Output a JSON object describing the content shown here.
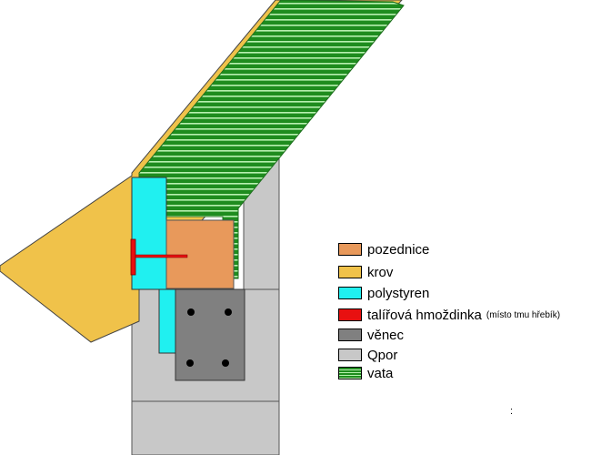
{
  "colors": {
    "pozednice": "#E8995B",
    "krov": "#F0C24A",
    "polystyren": "#20F0F0",
    "hmozdinka": "#E81010",
    "venec": "#808080",
    "qpor": "#C8C8C8",
    "vata": "#1E8C1E",
    "vata_stripe": "#B8F0B0"
  },
  "legend": [
    {
      "key": "pozednice",
      "label": "pozednice",
      "note": ""
    },
    {
      "key": "krov",
      "label": "krov",
      "note": ""
    },
    {
      "key": "polystyren",
      "label": "polystyren",
      "note": ""
    },
    {
      "key": "hmozdinka",
      "label": "talířová hmoždinka",
      "note": "(místo tmu hřebík)"
    },
    {
      "key": "venec",
      "label": "věnec",
      "note": ""
    },
    {
      "key": "qpor",
      "label": "Qpor",
      "note": ""
    },
    {
      "key": "vata",
      "label": "vata",
      "note": ""
    }
  ],
  "stray_mark": ":"
}
